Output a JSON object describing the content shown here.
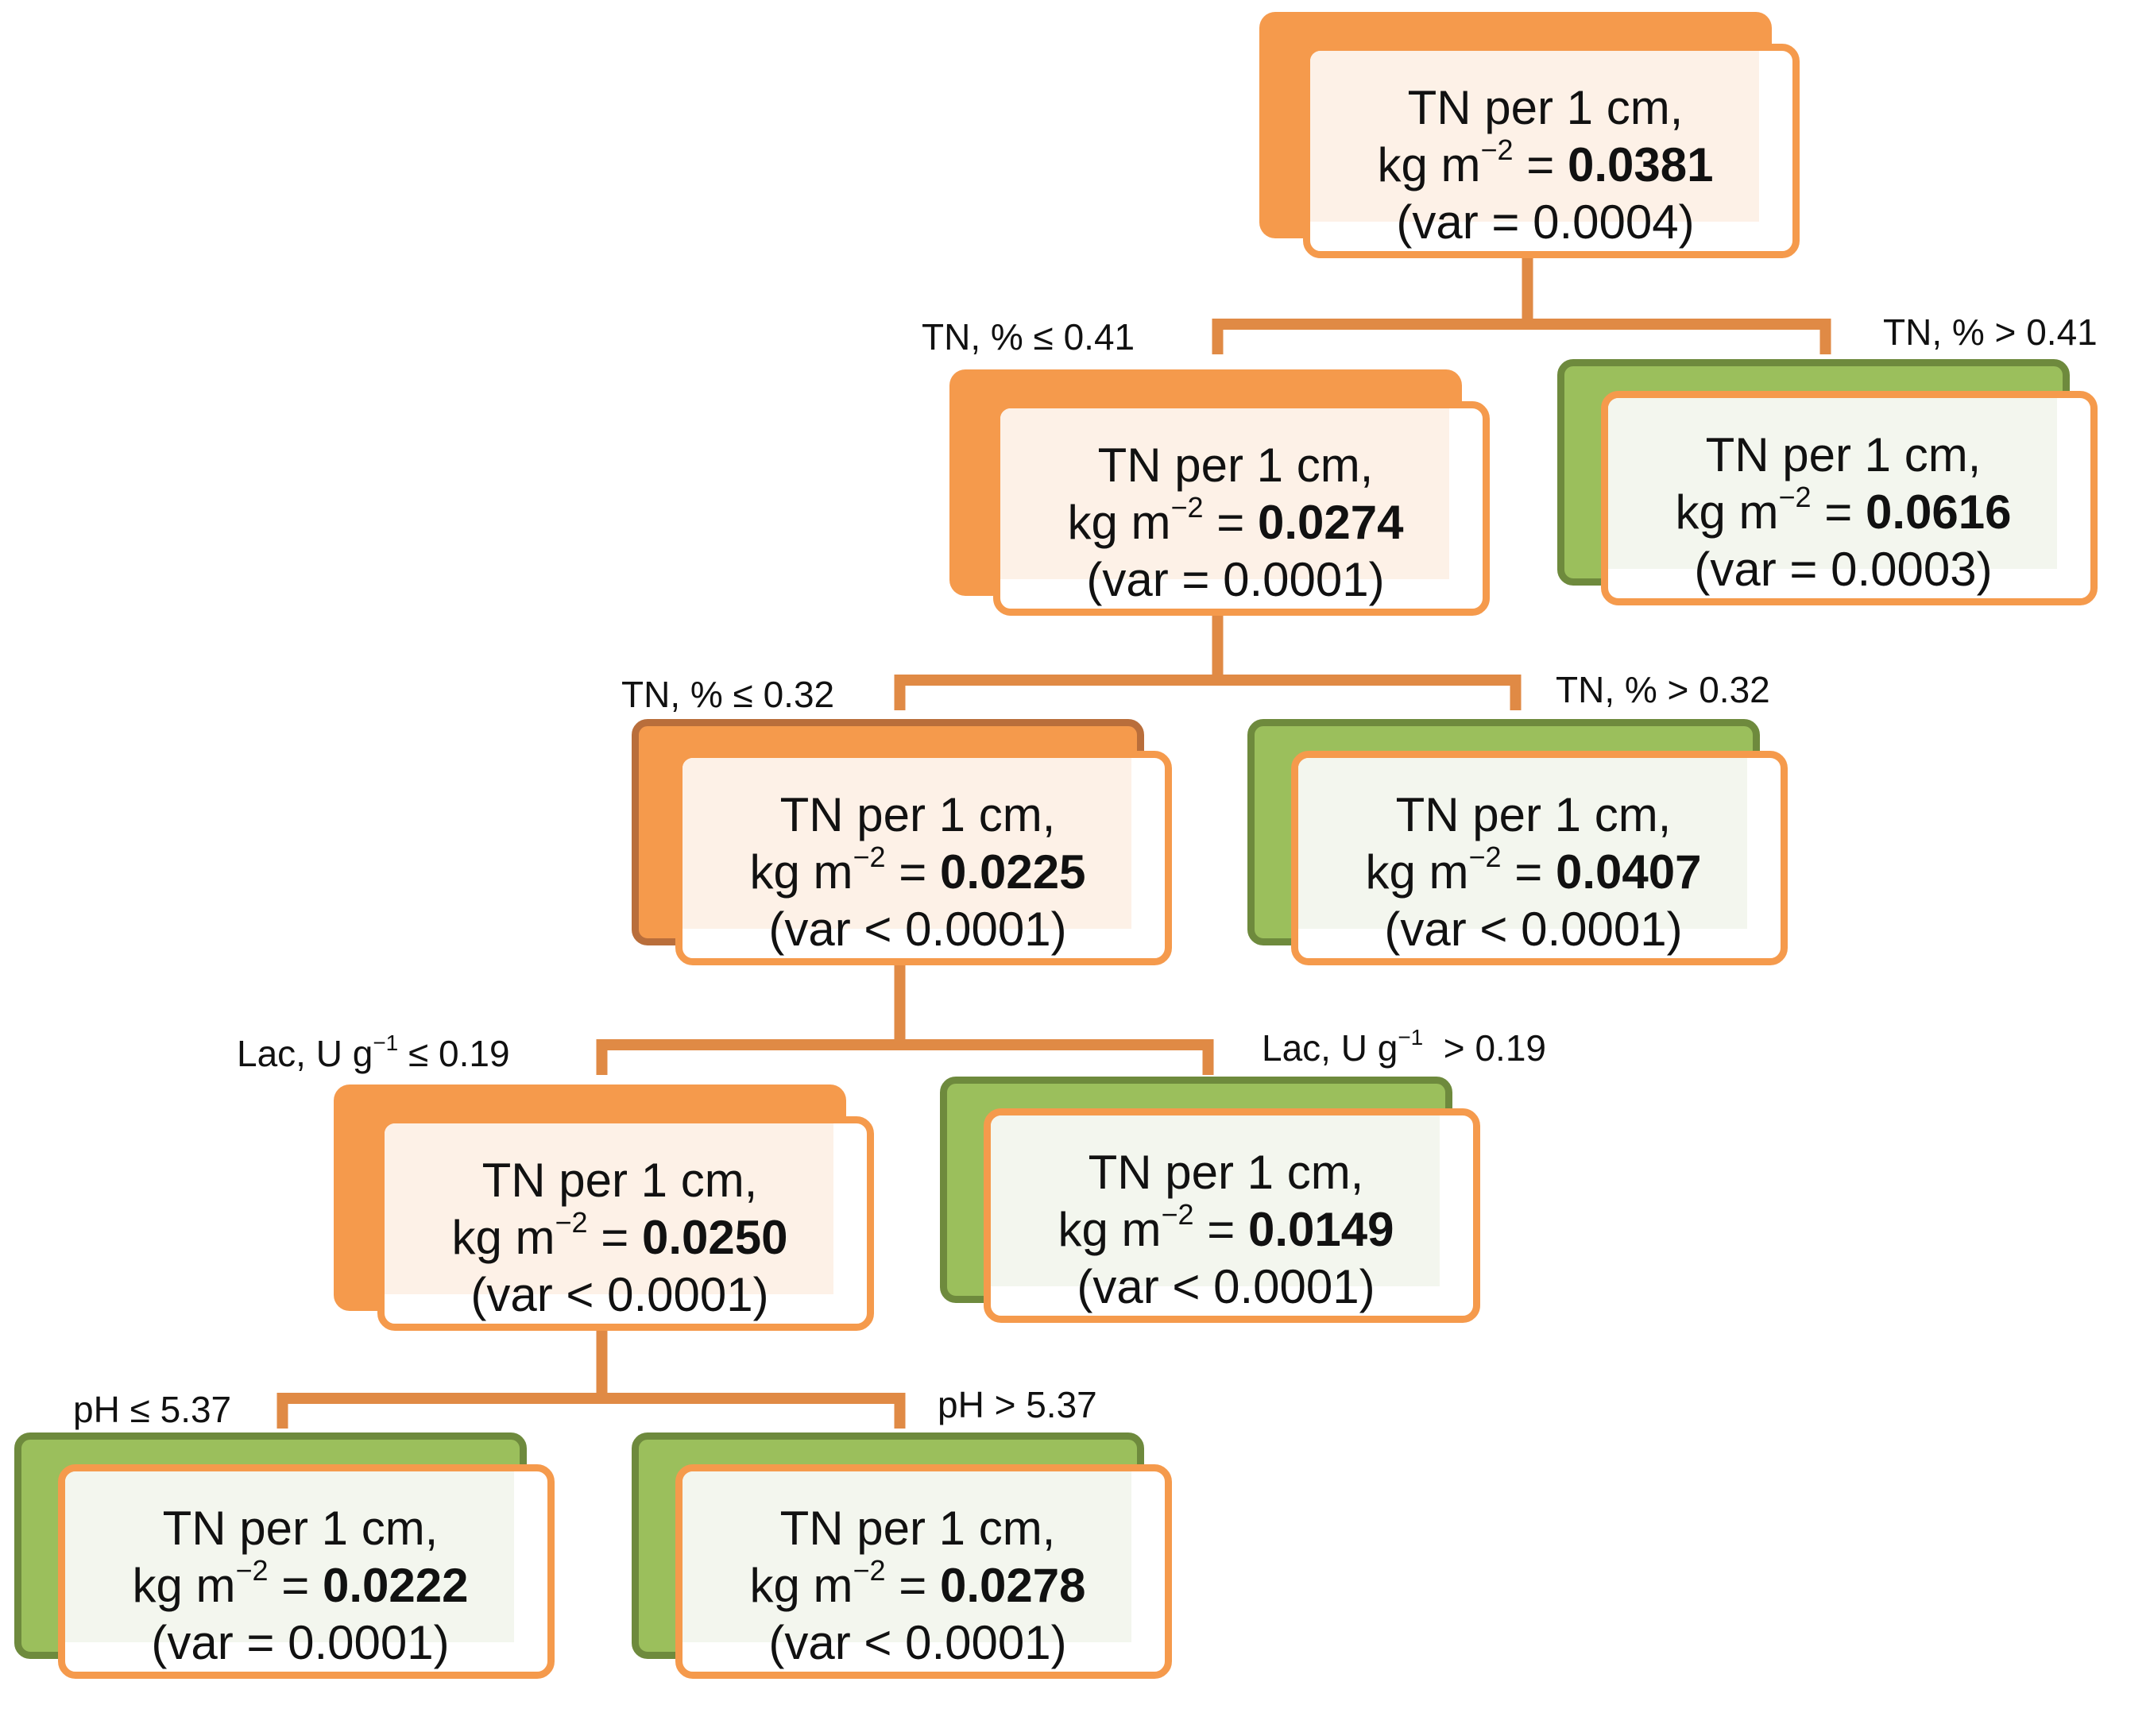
{
  "node_label_line1": "TN per 1 cm,",
  "node_label_unit": "kg m",
  "node_label_exp": "−2",
  "node_label_eq": " = ",
  "colors": {
    "orange": "#f59a4c",
    "orange_dark_border": "#b96e3b",
    "green": "#9bbf5c",
    "green_border": "#6e8a3d",
    "connector": "#e08a45"
  },
  "nodes": [
    {
      "id": "n0",
      "value": "0.0381",
      "variance": "(var = 0.0004)",
      "color": "orange"
    },
    {
      "id": "n1",
      "value": "0.0274",
      "variance": "(var = 0.0001)",
      "color": "orange"
    },
    {
      "id": "n2",
      "value": "0.0616",
      "variance": "(var = 0.0003)",
      "color": "green"
    },
    {
      "id": "n3",
      "value": "0.0225",
      "variance": "(var < 0.0001)",
      "color": "orange"
    },
    {
      "id": "n4",
      "value": "0.0407",
      "variance": "(var < 0.0001)",
      "color": "green"
    },
    {
      "id": "n5",
      "value": "0.0250",
      "variance": "(var < 0.0001)",
      "color": "orange"
    },
    {
      "id": "n6",
      "value": "0.0149",
      "variance": "(var < 0.0001)",
      "color": "green"
    },
    {
      "id": "n7",
      "value": "0.0222",
      "variance": "(var = 0.0001)",
      "color": "green"
    },
    {
      "id": "n8",
      "value": "0.0278",
      "variance": "(var < 0.0001)",
      "color": "green"
    }
  ],
  "splits": [
    {
      "parent": "n0",
      "left": "n1",
      "right": "n2",
      "left_label": "TN, % ≤ 0.41",
      "right_label": "TN, % > 0.41"
    },
    {
      "parent": "n1",
      "left": "n3",
      "right": "n4",
      "left_label": "TN, % ≤ 0.32",
      "right_label": "TN, % > 0.32"
    },
    {
      "parent": "n3",
      "left": "n5",
      "right": "n6",
      "left_label": {
        "pre": "Lac, U g",
        "exp": "−1",
        "post": " ≤ 0.19"
      },
      "right_label": {
        "pre": "Lac, U g",
        "exp": "−1",
        "post": "  > 0.19"
      }
    },
    {
      "parent": "n5",
      "left": "n7",
      "right": "n8",
      "left_label": "pH ≤ 5.37",
      "right_label": "pH > 5.37"
    }
  ]
}
